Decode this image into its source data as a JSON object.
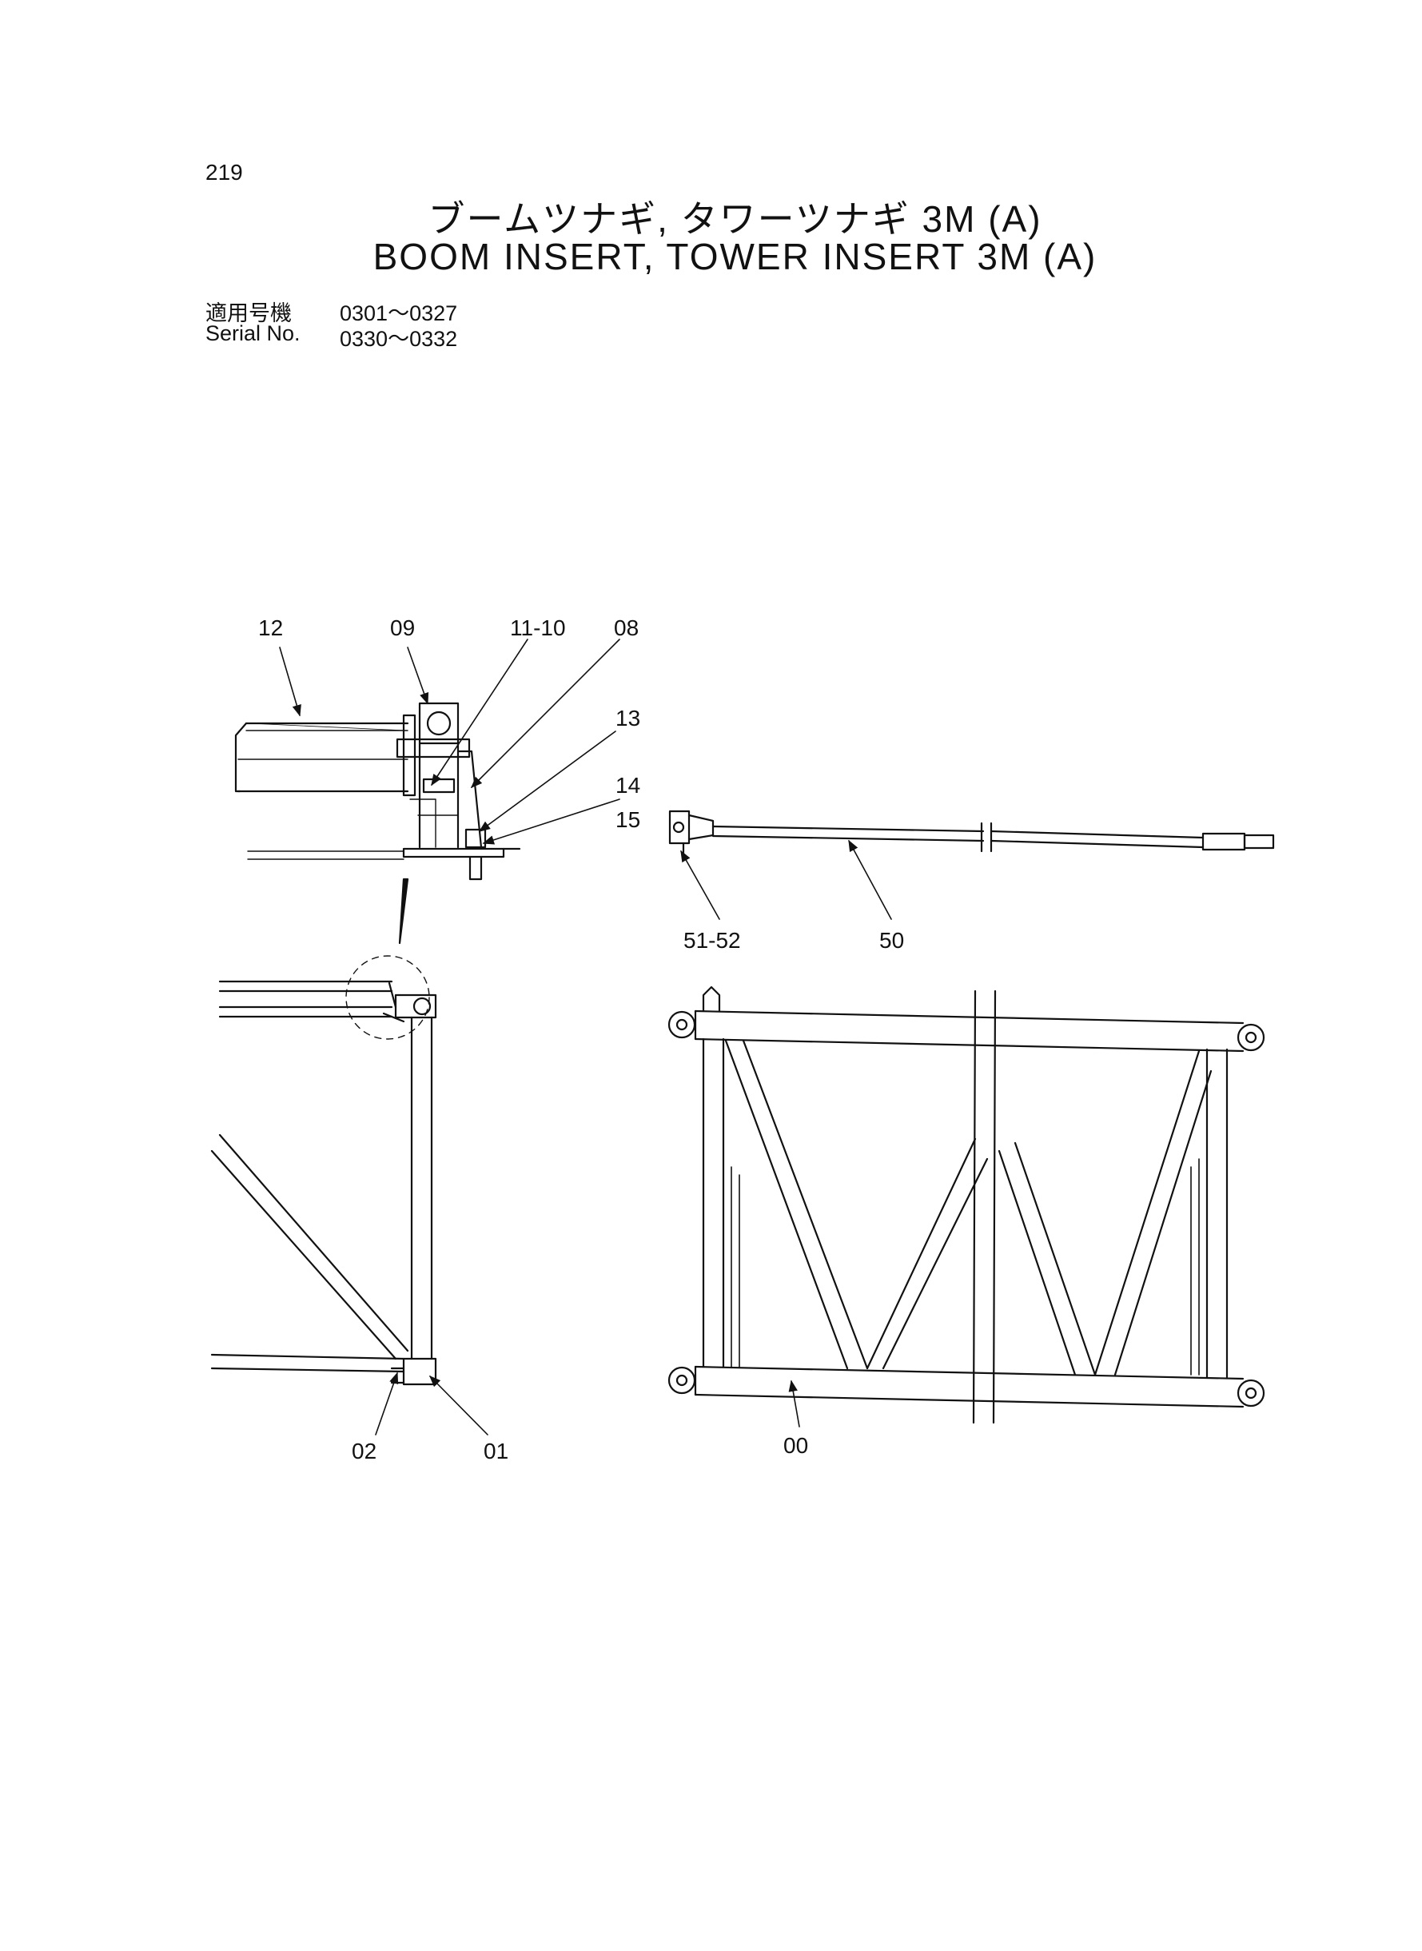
{
  "header": {
    "page_number": "219",
    "title_jp": "ブームツナギ, タワーツナギ 3M (A)",
    "title_en": "BOOM INSERT, TOWER INSERT 3M (A)",
    "serial_label_jp": "適用号機",
    "serial_label_en": "Serial No.",
    "serial_range_1": "0301～0327",
    "serial_range_2": "0330～0332"
  },
  "callouts": {
    "c12": "12",
    "c09": "09",
    "c11_10": "11-10",
    "c08": "08",
    "c13": "13",
    "c14": "14",
    "c15": "15",
    "c51_52": "51-52",
    "c50": "50",
    "c02": "02",
    "c01": "01",
    "c00": "00"
  },
  "colors": {
    "ink": "#111111",
    "paper": "#ffffff"
  }
}
